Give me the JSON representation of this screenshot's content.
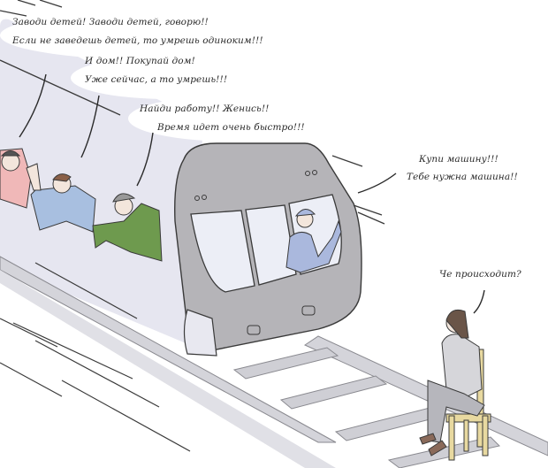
{
  "comic": {
    "title": "",
    "colors": {
      "background": "#ffffff",
      "train_body": "#e6e6f0",
      "train_front": "#b5b4b8",
      "train_window": "#eceef6",
      "outline": "#3a3a3a",
      "rail": "#c9c9cf",
      "driver_uniform": "#aab8dd",
      "passenger_pink": "#f0b8b8",
      "passenger_blue": "#a8bfe0",
      "passenger_green": "#6e9a4e",
      "person_shirt": "#d6d6da",
      "person_pants": "#b6b6bc",
      "chair": "#e8d9a0",
      "shoes": "#8a6a5a"
    },
    "speech": {
      "passengers_1": {
        "lines": [
          "Заводи детей! Заводи детей, говорю!!",
          "Если не заведешь детей, то умрешь одиноким!!!"
        ]
      },
      "passengers_2": {
        "lines": [
          "И дом!! Покупай дом!",
          "Уже сейчас, а то умрешь!!!"
        ]
      },
      "passengers_3": {
        "lines": [
          "Найди работу!! Женись!!",
          "Время идет очень быстро!!!"
        ]
      },
      "driver": {
        "lines": [
          "Купи машину!!!",
          "Тебе нужна машина!!"
        ]
      },
      "sitting_person": {
        "lines": [
          "Че происходит?"
        ]
      }
    },
    "characters": [
      {
        "role": "passenger",
        "shirt": "pink"
      },
      {
        "role": "passenger",
        "shirt": "blue"
      },
      {
        "role": "passenger",
        "shirt": "green"
      },
      {
        "role": "train-driver",
        "shirt": "blue uniform"
      },
      {
        "role": "person-on-chair",
        "shirt": "gray"
      }
    ]
  }
}
